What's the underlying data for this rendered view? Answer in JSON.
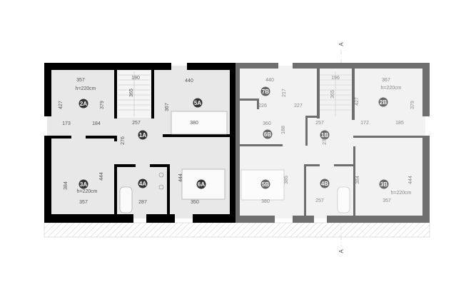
{
  "section_marker": "A",
  "colors": {
    "unit_a_walls": "#000000",
    "unit_b_walls": "#6e6e6e",
    "floor": "#e6e6e6",
    "label_circle": "#333333"
  },
  "unit_a": {
    "rooms": [
      "1A",
      "2A",
      "3A",
      "4A",
      "5A",
      "6A"
    ],
    "dims": {
      "r2_w": "357",
      "r2_h": "h=220cm",
      "r2_d": "427",
      "r2_x": "379",
      "st_w": "190",
      "st_d": "365",
      "c1": "173",
      "c2": "184",
      "c3": "257",
      "c4": "276",
      "r5_w": "440",
      "r5_d": "367",
      "r5_x": "380",
      "r3_d": "384",
      "r3_x": "444",
      "r3_h": "h=220cm",
      "r3_w": "357",
      "r4_w": "287",
      "r6_d": "444",
      "r6_w": "350"
    }
  },
  "unit_b": {
    "rooms": [
      "1B",
      "2B",
      "3B",
      "4B",
      "5B",
      "6B",
      "7B"
    ],
    "dims": {
      "r7_w": "440",
      "r7_d": "217",
      "r7_x": "227",
      "r6_a": "226",
      "r6_w": "360",
      "r6_d": "188",
      "st_w": "196",
      "st_d": "365",
      "c3": "257",
      "c4": "276",
      "c1": "172",
      "c2": "185",
      "r2_w": "367",
      "r2_h": "h=220cm",
      "r2_d": "427",
      "r2_x": "379",
      "r5_d": "385",
      "r5_w": "380",
      "r4_w": "257",
      "r3_d": "384",
      "r3_x": "444",
      "r3_h": "h=220cm",
      "r3_w": "357"
    }
  }
}
